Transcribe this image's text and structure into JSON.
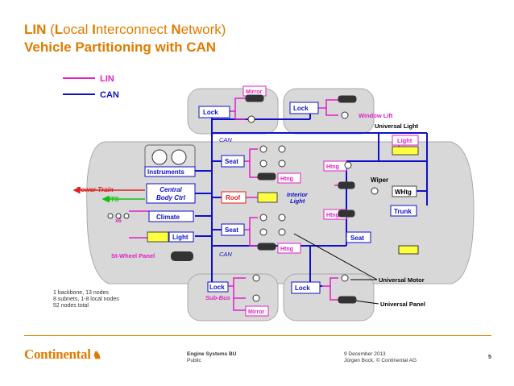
{
  "header": {
    "title_parts": [
      {
        "text": "LIN",
        "strong": true
      },
      {
        "text": " (",
        "strong": false
      },
      {
        "text": "L",
        "strong": true
      },
      {
        "text": "ocal ",
        "strong": false
      },
      {
        "text": "I",
        "strong": true
      },
      {
        "text": "nterconnect ",
        "strong": false
      },
      {
        "text": "N",
        "strong": true
      },
      {
        "text": "etwork)",
        "strong": false
      }
    ],
    "subtitle": "Vehicle Partitioning with CAN"
  },
  "legend": {
    "lin": "LIN",
    "can": "CAN"
  },
  "colors": {
    "orange": "#e07b00",
    "lin": "#e020c8",
    "can": "#1010c8",
    "power": "#e02020",
    "its": "#10c010",
    "body": "#d8d8d8",
    "light_bg": "#ffff40"
  },
  "labels": {
    "mirror_top": "Mirror",
    "lock_tl": "Lock",
    "lock_tr": "Lock",
    "window_lift": "Window Lift",
    "universal_light": "Universal Light",
    "light": "Light",
    "can_top": "CAN",
    "instruments": "Instruments",
    "seat_a": "Seat",
    "htng_a": "Htng",
    "htng_left": "Htng",
    "wiper": "Wiper",
    "whtg": "WHtg",
    "power_train": "Power Train",
    "its": "ITS",
    "central_body": "Central\nBody Ctrl",
    "roof": "Roof",
    "interior_light": "Interior\nLight",
    "htng_left2": "Htng",
    "trunk": "Trunk",
    "x6": "x6",
    "climate": "Climate",
    "seat_b": "Seat",
    "seat_c": "Seat",
    "light2": "Light",
    "htng_b": "Htng",
    "st_wheel": "St-Wheel Panel",
    "can_bottom": "CAN",
    "lock_bl": "Lock",
    "sub_bus": "Sub-Bus",
    "mirror_bottom": "Mirror",
    "lock_br": "Lock",
    "universal_motor": "Universal Motor",
    "universal_panel": "Universal Panel"
  },
  "stats": [
    "1 backbone, 13 nodes",
    "8 subnets, 1-8 local nodes",
    "52 nodes total"
  ],
  "footer": {
    "company": "Continental",
    "dept": "Engine Systems BU",
    "class": "Public",
    "date": "9 December 2013",
    "author": "Jürgen Bock, © Continental AG",
    "page": "5"
  }
}
